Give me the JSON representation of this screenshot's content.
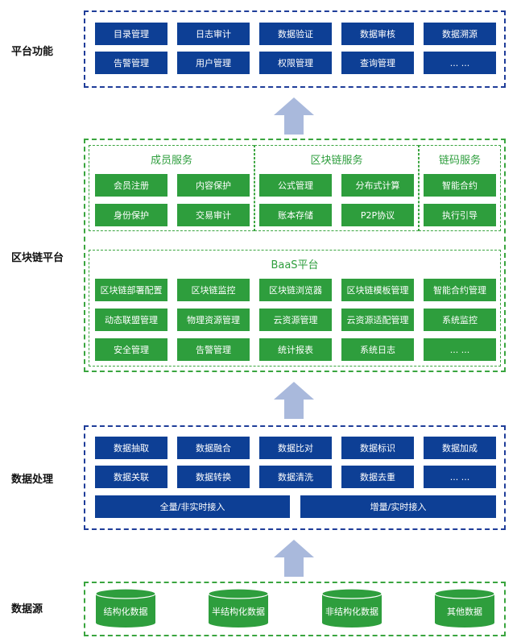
{
  "labels": {
    "platform": "平台功能",
    "blockchain": "区块链平台",
    "processing": "数据处理",
    "source": "数据源"
  },
  "platform_functions": [
    "目录管理",
    "日志审计",
    "数据验证",
    "数据审核",
    "数据溯源",
    "告警管理",
    "用户管理",
    "权限管理",
    "查询管理",
    "... ..."
  ],
  "member_services": {
    "title": "成员服务",
    "items": [
      "会员注册",
      "内容保护",
      "身份保护",
      "交易审计"
    ]
  },
  "chain_services": {
    "title": "区块链服务",
    "items": [
      "公式管理",
      "分布式计算",
      "账本存储",
      "P2P协议"
    ]
  },
  "chaincode_services": {
    "title": "链码服务",
    "items": [
      "智能合约",
      "执行引导"
    ]
  },
  "baas": {
    "title": "BaaS平台",
    "items": [
      "区块链部署配置",
      "区块链监控",
      "区块链浏览器",
      "区块链模板管理",
      "智能合约管理",
      "动态联盟管理",
      "物理资源管理",
      "云资源管理",
      "云资源适配管理",
      "系统监控",
      "安全管理",
      "告警管理",
      "统计报表",
      "系统日志",
      "... ..."
    ]
  },
  "processing": {
    "items": [
      "数据抽取",
      "数据融合",
      "数据比对",
      "数据标识",
      "数据加成",
      "数据关联",
      "数据转换",
      "数据清洗",
      "数据去重",
      "... ..."
    ],
    "access": [
      "全量/非实时接入",
      "增量/实时接入"
    ]
  },
  "sources": [
    "结构化数据",
    "半结构化数据",
    "非结构化数据",
    "其他数据"
  ],
  "colors": {
    "blue": "#0d3f95",
    "green": "#2e9e3d",
    "arrow": "#a9b9dc"
  }
}
